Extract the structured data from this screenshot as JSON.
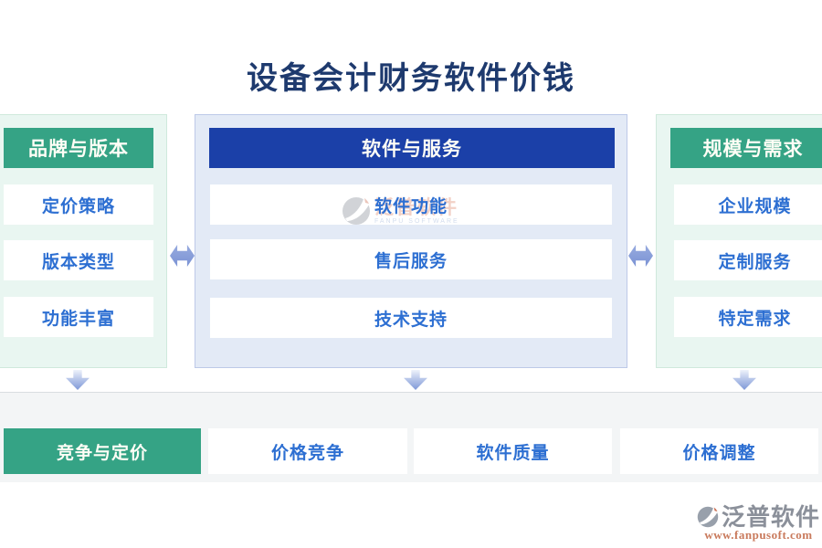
{
  "title": "设备会计财务软件价钱",
  "colors": {
    "header_green": "#35a385",
    "header_dark_blue": "#1b40a8",
    "item_text_blue": "#2d6fd2",
    "panel_green_bg": "#e9f6f1",
    "panel_blue_bg": "#e3eaf6",
    "arrow_blue": "#8099d8",
    "band_bg": "#f3f5f6",
    "title_navy": "#1e3a6e",
    "logo_gray": "#8b909a",
    "url_orange": "#c97a5c"
  },
  "columns": [
    {
      "id": "brand-and-version",
      "header": "品牌与版本",
      "items": [
        "定价策略",
        "版本类型",
        "功能丰富"
      ]
    },
    {
      "id": "software-and-service",
      "header": "软件与服务",
      "items": [
        "软件功能",
        "售后服务",
        "技术支持"
      ]
    },
    {
      "id": "scale-and-demand",
      "header": "规模与需求",
      "items": [
        "企业规模",
        "定制服务",
        "特定需求"
      ]
    }
  ],
  "bottom_row": {
    "header": "竞争与定价",
    "items": [
      "价格竞争",
      "软件质量",
      "价格调整"
    ]
  },
  "watermark": {
    "name": "泛普软件",
    "subname": "FANPU SOFTWARE"
  },
  "logo": {
    "name": "泛普软件",
    "url": "www.fanpusoft.com"
  }
}
